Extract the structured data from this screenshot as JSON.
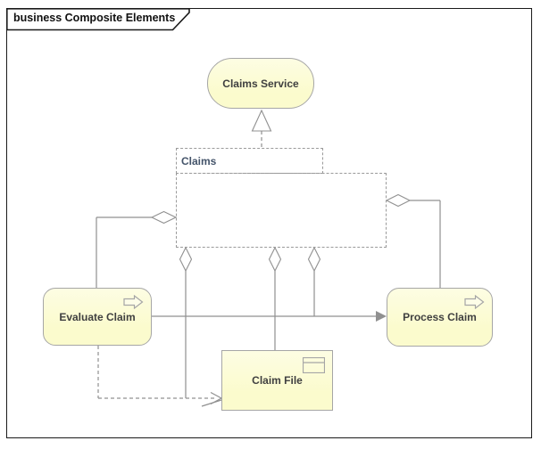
{
  "frame": {
    "title": "business Composite Elements"
  },
  "nodes": {
    "claims_service": {
      "label": "Claims Service"
    },
    "claims_group": {
      "label": "Claims"
    },
    "evaluate_claim": {
      "label": "Evaluate Claim"
    },
    "process_claim": {
      "label": "Process Claim"
    },
    "claim_file": {
      "label": "Claim File"
    }
  },
  "colors": {
    "node_fill": "#FBFBCD",
    "node_border": "#A6A6A6",
    "line": "#909090",
    "label": "#404040",
    "group_label": "#44546A",
    "frame": "#1A1A1A"
  }
}
